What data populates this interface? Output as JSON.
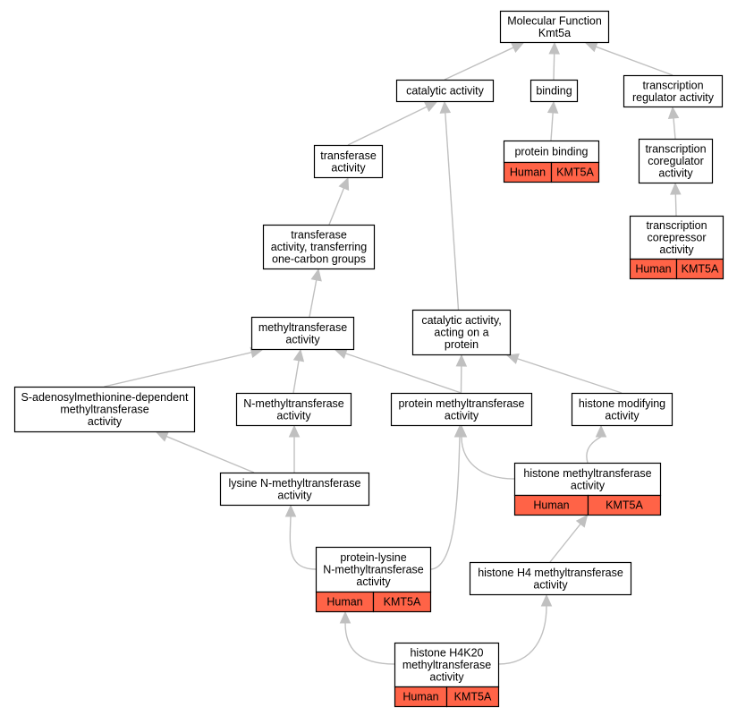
{
  "title": "Molecular Function Kmt5a",
  "colors": {
    "node_fill": "#ffffff",
    "node_stroke": "#000000",
    "annotation_fill": "#ff6347",
    "edge": "#c0c0c0"
  },
  "nodes": [
    {
      "id": "root",
      "lines": [
        "Molecular Function",
        "Kmt5a"
      ]
    },
    {
      "id": "catalytic",
      "lines": [
        "catalytic activity"
      ]
    },
    {
      "id": "binding",
      "lines": [
        "binding"
      ]
    },
    {
      "id": "tra",
      "lines": [
        "transcription",
        "regulator activity"
      ]
    },
    {
      "id": "protbind",
      "lines": [
        "protein binding"
      ],
      "annot": [
        "Human",
        "KMT5A"
      ]
    },
    {
      "id": "tca",
      "lines": [
        "transcription",
        "coregulator",
        "activity"
      ]
    },
    {
      "id": "tcoa",
      "lines": [
        "transcription",
        "corepressor",
        "activity"
      ],
      "annot": [
        "Human",
        "KMT5A"
      ]
    },
    {
      "id": "transferase",
      "lines": [
        "transferase",
        "activity"
      ]
    },
    {
      "id": "tocg",
      "lines": [
        "transferase",
        "activity, transferring",
        "one-carbon groups"
      ]
    },
    {
      "id": "mtase",
      "lines": [
        "methyltransferase",
        "activity"
      ]
    },
    {
      "id": "cap",
      "lines": [
        "catalytic activity,",
        "acting on a",
        "protein"
      ]
    },
    {
      "id": "samdep",
      "lines": [
        "S-adenosylmethionine-dependent",
        "methyltransferase",
        "activity"
      ]
    },
    {
      "id": "nmt",
      "lines": [
        "N-methyltransferase",
        "activity"
      ]
    },
    {
      "id": "pmt",
      "lines": [
        "protein methyltransferase",
        "activity"
      ]
    },
    {
      "id": "hmod",
      "lines": [
        "histone modifying",
        "activity"
      ]
    },
    {
      "id": "lysnmt",
      "lines": [
        "lysine N-methyltransferase",
        "activity"
      ]
    },
    {
      "id": "hmt",
      "lines": [
        "histone methyltransferase",
        "activity"
      ],
      "annot": [
        "Human",
        "KMT5A"
      ]
    },
    {
      "id": "plnmt",
      "lines": [
        "protein-lysine",
        "N-methyltransferase",
        "activity"
      ],
      "annot": [
        "Human",
        "KMT5A"
      ]
    },
    {
      "id": "h4mt",
      "lines": [
        "histone H4 methyltransferase",
        "activity"
      ]
    },
    {
      "id": "h4k20",
      "lines": [
        "histone H4K20",
        "methyltransferase",
        "activity"
      ],
      "annot": [
        "Human",
        "KMT5A"
      ]
    }
  ],
  "edges": [
    [
      "catalytic",
      "root"
    ],
    [
      "binding",
      "root"
    ],
    [
      "tra",
      "root"
    ],
    [
      "protbind",
      "binding"
    ],
    [
      "tca",
      "tra"
    ],
    [
      "tcoa",
      "tca"
    ],
    [
      "transferase",
      "catalytic"
    ],
    [
      "tocg",
      "transferase"
    ],
    [
      "mtase",
      "tocg"
    ],
    [
      "cap",
      "catalytic"
    ],
    [
      "samdep",
      "mtase"
    ],
    [
      "nmt",
      "mtase"
    ],
    [
      "pmt",
      "mtase"
    ],
    [
      "pmt",
      "cap"
    ],
    [
      "hmod",
      "cap"
    ],
    [
      "lysnmt",
      "samdep"
    ],
    [
      "lysnmt",
      "nmt"
    ],
    [
      "hmt",
      "pmt"
    ],
    [
      "hmt",
      "hmod"
    ],
    [
      "plnmt",
      "lysnmt"
    ],
    [
      "plnmt",
      "pmt"
    ],
    [
      "h4mt",
      "hmt"
    ],
    [
      "h4k20",
      "plnmt"
    ],
    [
      "h4k20",
      "h4mt"
    ]
  ]
}
